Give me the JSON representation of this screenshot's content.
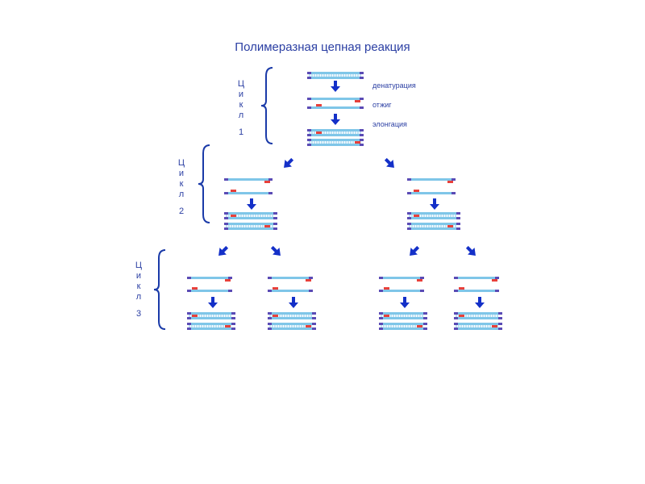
{
  "title": "Полимеразная цепная реакция",
  "steps": [
    "денатурация",
    "отжиг",
    "элонгация"
  ],
  "cycles": [
    {
      "word": [
        "Ц",
        "и",
        "к",
        "л"
      ],
      "number": "1"
    },
    {
      "word": [
        "Ц",
        "и",
        "к",
        "л"
      ],
      "number": "2"
    },
    {
      "word": [
        "Ц",
        "и",
        "к",
        "л"
      ],
      "number": "3"
    }
  ],
  "colors": {
    "text": "#2b3fa3",
    "arrow": "#1430c8",
    "strand": "#7fc6e8",
    "strand_end": "#5a4bb5",
    "primer": "#e8403a",
    "brace": "#1a3aa8"
  }
}
